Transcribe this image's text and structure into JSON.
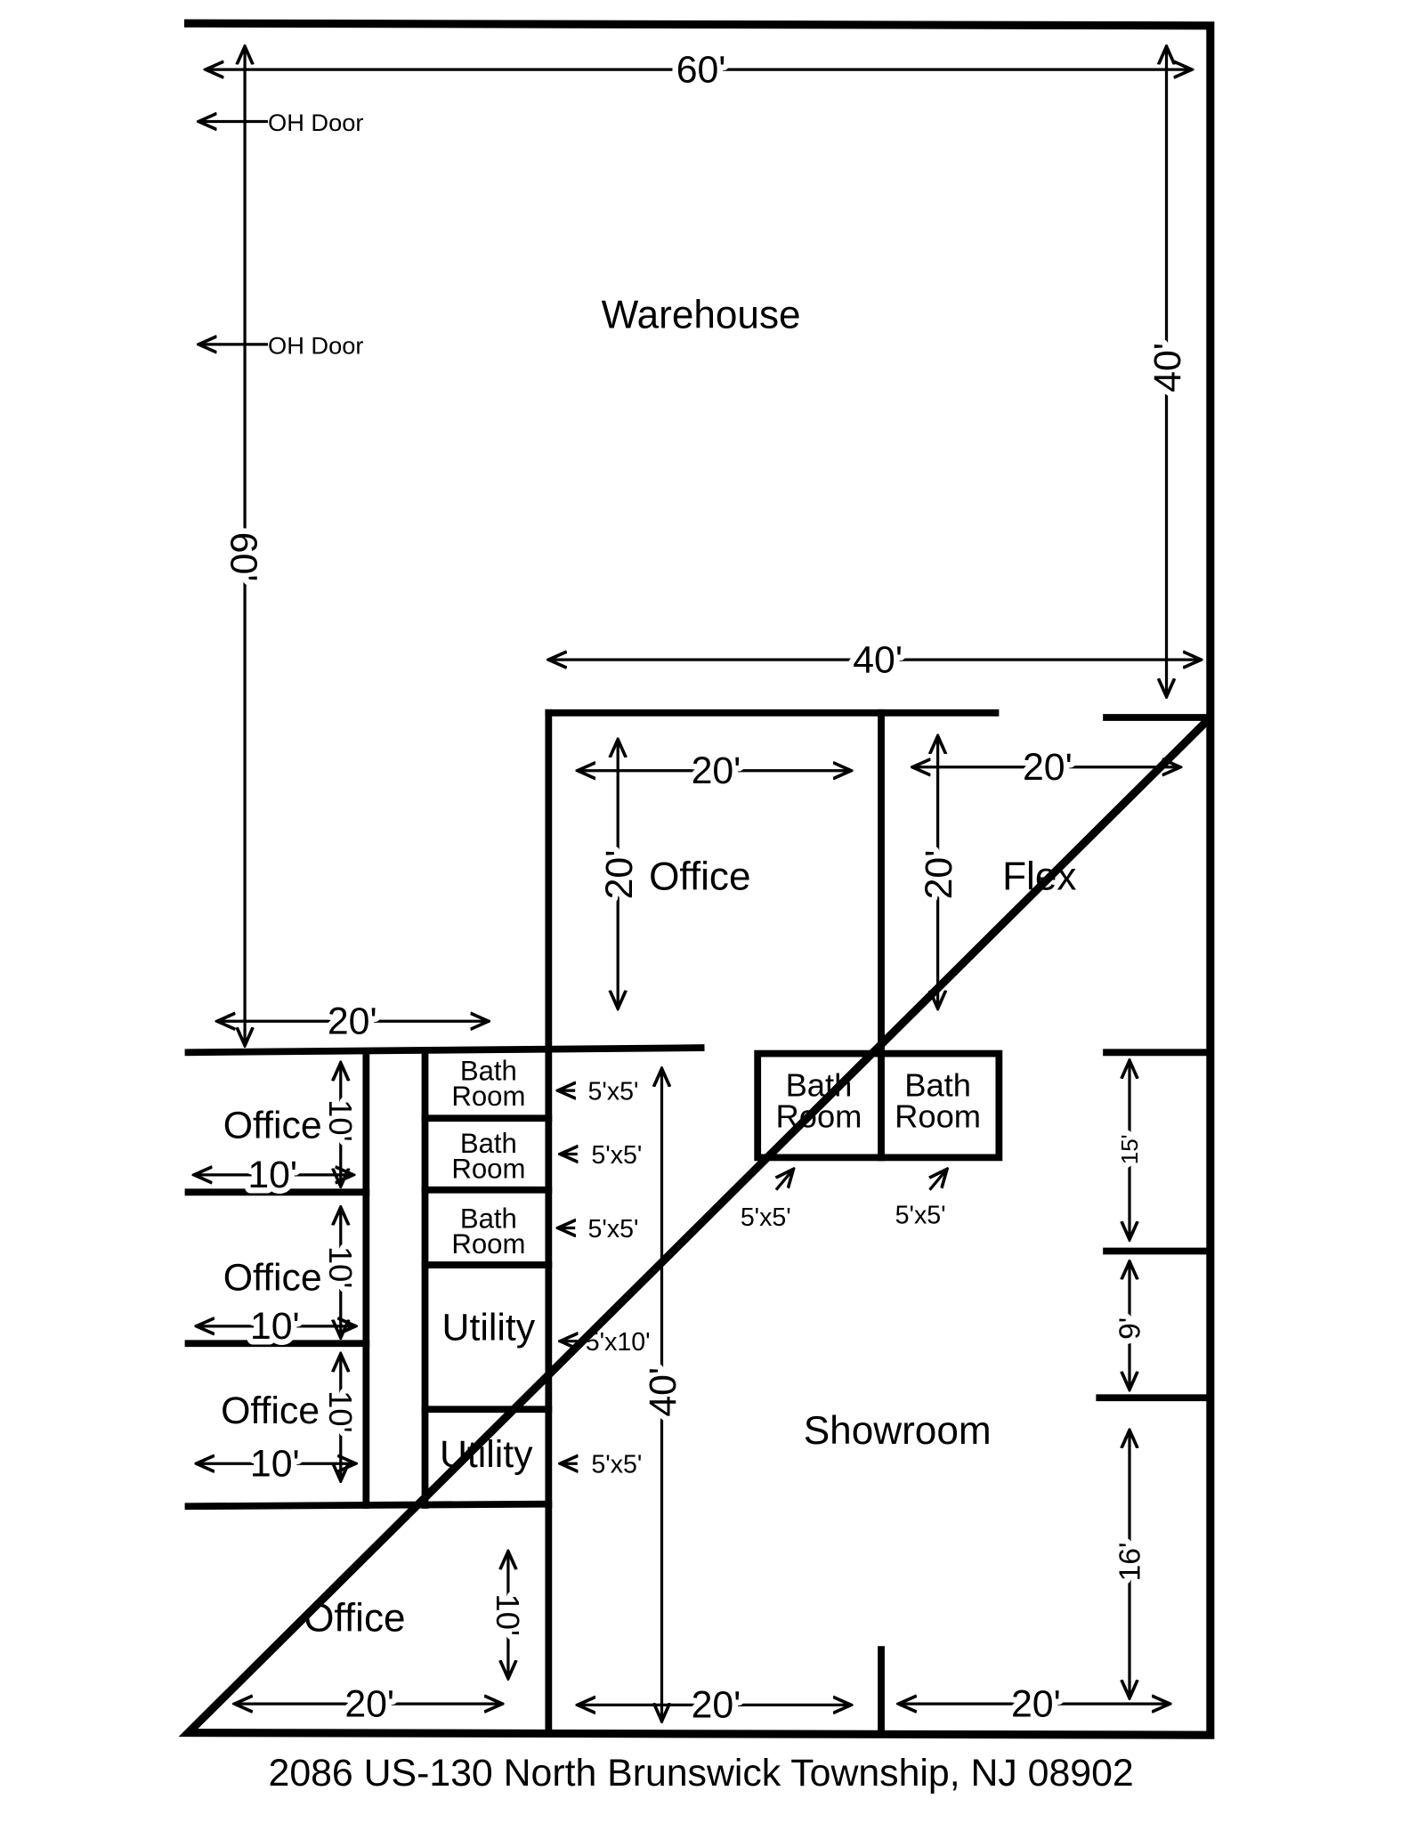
{
  "plan": {
    "rooms": {
      "warehouse": "Warehouse",
      "office_main": "Office",
      "flex": "Flex",
      "office_small_1": "Office",
      "office_small_2": "Office",
      "office_small_3": "Office",
      "office_bottom": "Office",
      "showroom": "Showroom",
      "bath_1a": "Bath",
      "bath_1b": "Room",
      "bath_2a": "Bath",
      "bath_2b": "Room",
      "bath_3a": "Bath",
      "bath_3b": "Room",
      "bath_4a": "Bath",
      "bath_4b": "Room",
      "bath_5a": "Bath",
      "bath_5b": "Room",
      "utility_1": "Utility",
      "utility_2": "Utility"
    },
    "annotations": {
      "oh_door_1": "OH Door",
      "oh_door_2": "OH Door"
    },
    "dimensions": {
      "top_width": "60'",
      "left_height": "60'",
      "warehouse_right_height": "40'",
      "warehouse_inner_width": "40'",
      "office_width": "20'",
      "office_height": "20'",
      "flex_width": "20'",
      "flex_height": "20'",
      "left_block_width": "20'",
      "small_office_1_width": "10'",
      "small_office_1_height": "10'",
      "small_office_2_width": "10'",
      "small_office_2_height": "10'",
      "small_office_3_width": "10'",
      "small_office_3_height": "10'",
      "bath_1_size": "5'x5'",
      "bath_2_size": "5'x5'",
      "bath_3_size": "5'x5'",
      "utility_1_size": "5'x10'",
      "utility_2_size": "5'x5'",
      "bath_4_size": "5'x5'",
      "bath_5_size": "5'x5'",
      "showroom_height": "40'",
      "right_seg_1": "15'",
      "right_seg_2": "9'",
      "right_seg_3": "16'",
      "bottom_office_height": "10'",
      "bottom_office_width": "20'",
      "showroom_left_width": "20'",
      "showroom_right_width": "20'"
    },
    "address": "2086 US-130 North Brunswick Township, NJ 08902"
  }
}
